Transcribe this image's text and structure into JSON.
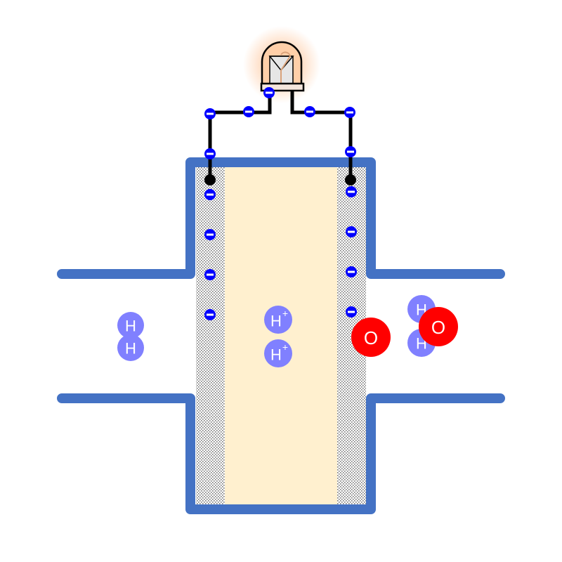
{
  "labels": {
    "hydrogen": "H",
    "hydrogen_ion": "H",
    "plus": "+",
    "oxygen": "O"
  },
  "colors": {
    "frame": "#4472C4",
    "electrolyte": "#FFF0CF",
    "hydrogen": "#8080FF",
    "oxygen": "#FF0000",
    "electron": "#0000FF",
    "wire": "#000000"
  }
}
